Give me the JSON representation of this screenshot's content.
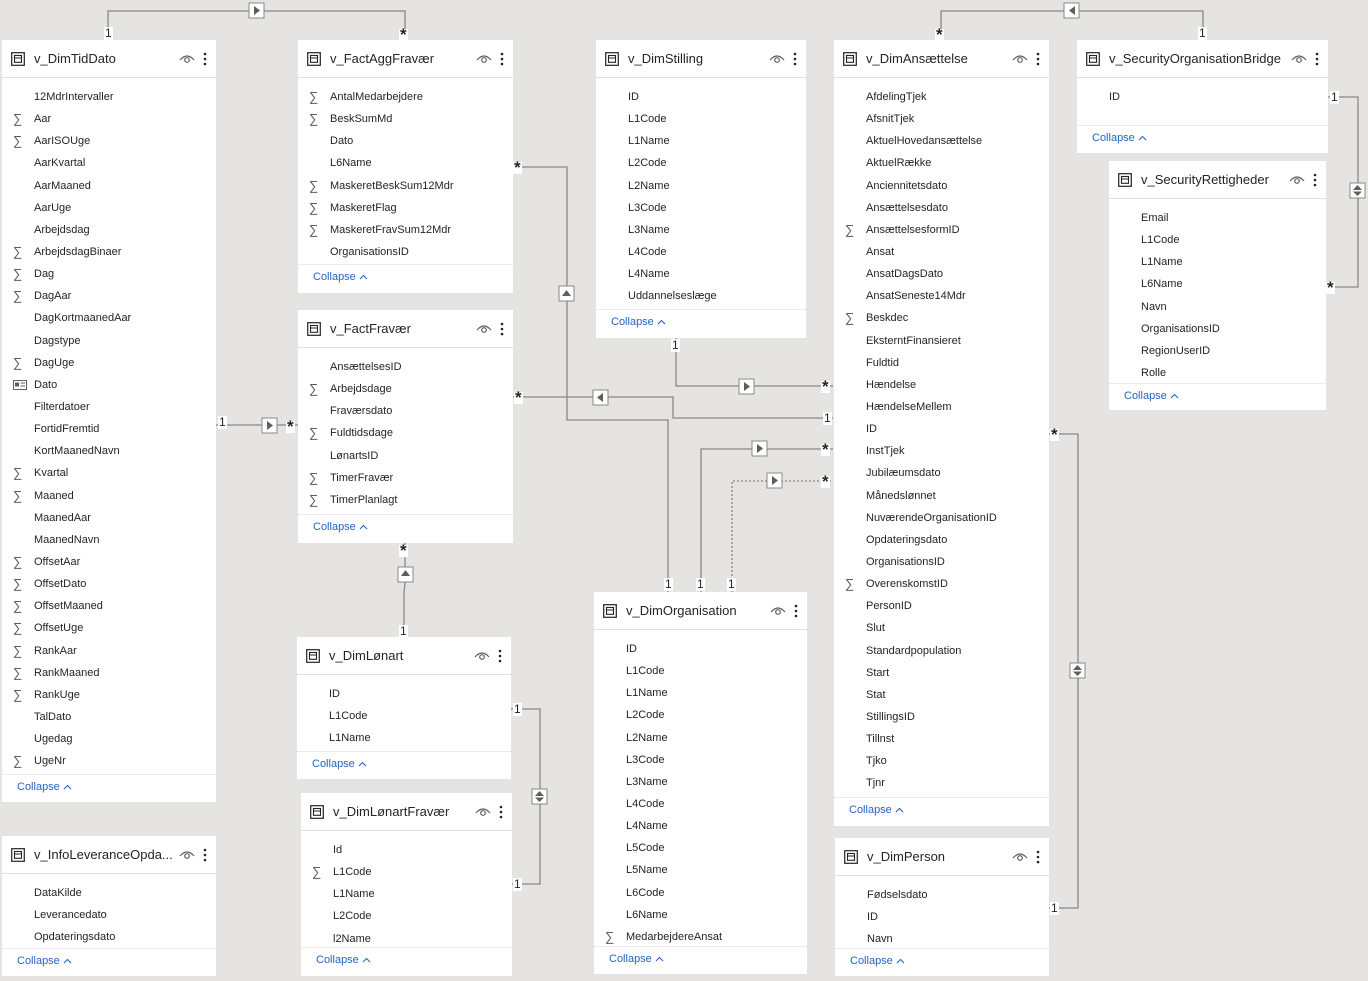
{
  "collapse_label": "Collapse",
  "tables": {
    "dimtiddato": {
      "name": "v_DimTidDato",
      "fields": [
        {
          "label": "12MdrIntervaller",
          "icon": ""
        },
        {
          "label": "Aar",
          "icon": "sigma"
        },
        {
          "label": "AarISOUge",
          "icon": "sigma"
        },
        {
          "label": "AarKvartal",
          "icon": ""
        },
        {
          "label": "AarMaaned",
          "icon": ""
        },
        {
          "label": "AarUge",
          "icon": ""
        },
        {
          "label": "Arbejdsdag",
          "icon": ""
        },
        {
          "label": "ArbejdsdagBinaer",
          "icon": "sigma"
        },
        {
          "label": "Dag",
          "icon": "sigma"
        },
        {
          "label": "DagAar",
          "icon": "sigma"
        },
        {
          "label": "DagKortmaanedAar",
          "icon": ""
        },
        {
          "label": "Dagstype",
          "icon": ""
        },
        {
          "label": "DagUge",
          "icon": "sigma"
        },
        {
          "label": "Dato",
          "icon": "calendar"
        },
        {
          "label": "Filterdatoer",
          "icon": ""
        },
        {
          "label": "FortidFremtid",
          "icon": ""
        },
        {
          "label": "KortMaanedNavn",
          "icon": ""
        },
        {
          "label": "Kvartal",
          "icon": "sigma"
        },
        {
          "label": "Maaned",
          "icon": "sigma"
        },
        {
          "label": "MaanedAar",
          "icon": ""
        },
        {
          "label": "MaanedNavn",
          "icon": ""
        },
        {
          "label": "OffsetAar",
          "icon": "sigma"
        },
        {
          "label": "OffsetDato",
          "icon": "sigma"
        },
        {
          "label": "OffsetMaaned",
          "icon": "sigma"
        },
        {
          "label": "OffsetUge",
          "icon": "sigma"
        },
        {
          "label": "RankAar",
          "icon": "sigma"
        },
        {
          "label": "RankMaaned",
          "icon": "sigma"
        },
        {
          "label": "RankUge",
          "icon": "sigma"
        },
        {
          "label": "TalDato",
          "icon": ""
        },
        {
          "label": "Ugedag",
          "icon": ""
        },
        {
          "label": "UgeNr",
          "icon": "sigma"
        }
      ]
    },
    "infoleverance": {
      "name": "v_InfoLeveranceOpda...",
      "fields": [
        {
          "label": "DataKilde",
          "icon": ""
        },
        {
          "label": "Leverancedato",
          "icon": ""
        },
        {
          "label": "Opdateringsdato",
          "icon": ""
        }
      ]
    },
    "factaggfravaer": {
      "name": "v_FactAggFravær",
      "fields": [
        {
          "label": "AntalMedarbejdere",
          "icon": "sigma"
        },
        {
          "label": "BeskSumMd",
          "icon": "sigma"
        },
        {
          "label": "Dato",
          "icon": ""
        },
        {
          "label": "L6Name",
          "icon": ""
        },
        {
          "label": "MaskeretBeskSum12Mdr",
          "icon": "sigma"
        },
        {
          "label": "MaskeretFlag",
          "icon": "sigma"
        },
        {
          "label": "MaskeretFravSum12Mdr",
          "icon": "sigma"
        },
        {
          "label": "OrganisationsID",
          "icon": ""
        }
      ]
    },
    "factfravaer": {
      "name": "v_FactFravær",
      "fields": [
        {
          "label": "AnsættelsesID",
          "icon": ""
        },
        {
          "label": "Arbejdsdage",
          "icon": "sigma"
        },
        {
          "label": "Fraværsdato",
          "icon": ""
        },
        {
          "label": "Fuldtidsdage",
          "icon": "sigma"
        },
        {
          "label": "LønartsID",
          "icon": ""
        },
        {
          "label": "TimerFravær",
          "icon": "sigma"
        },
        {
          "label": "TimerPlanlagt",
          "icon": "sigma"
        }
      ]
    },
    "dimlonart": {
      "name": "v_DimLønart",
      "fields": [
        {
          "label": "ID",
          "icon": ""
        },
        {
          "label": "L1Code",
          "icon": ""
        },
        {
          "label": "L1Name",
          "icon": ""
        }
      ]
    },
    "dimlonartfravaer": {
      "name": "v_DimLønartFravær",
      "fields": [
        {
          "label": "Id",
          "icon": ""
        },
        {
          "label": "L1Code",
          "icon": "sigma"
        },
        {
          "label": "L1Name",
          "icon": ""
        },
        {
          "label": "L2Code",
          "icon": ""
        },
        {
          "label": "l2Name",
          "icon": ""
        }
      ]
    },
    "dimstilling": {
      "name": "v_DimStilling",
      "fields": [
        {
          "label": "ID",
          "icon": ""
        },
        {
          "label": "L1Code",
          "icon": ""
        },
        {
          "label": "L1Name",
          "icon": ""
        },
        {
          "label": "L2Code",
          "icon": ""
        },
        {
          "label": "L2Name",
          "icon": ""
        },
        {
          "label": "L3Code",
          "icon": ""
        },
        {
          "label": "L3Name",
          "icon": ""
        },
        {
          "label": "L4Code",
          "icon": ""
        },
        {
          "label": "L4Name",
          "icon": ""
        },
        {
          "label": "Uddannelseslæge",
          "icon": ""
        }
      ]
    },
    "dimorganisation": {
      "name": "v_DimOrganisation",
      "fields": [
        {
          "label": "ID",
          "icon": ""
        },
        {
          "label": "L1Code",
          "icon": ""
        },
        {
          "label": "L1Name",
          "icon": ""
        },
        {
          "label": "L2Code",
          "icon": ""
        },
        {
          "label": "L2Name",
          "icon": ""
        },
        {
          "label": "L3Code",
          "icon": ""
        },
        {
          "label": "L3Name",
          "icon": ""
        },
        {
          "label": "L4Code",
          "icon": ""
        },
        {
          "label": "L4Name",
          "icon": ""
        },
        {
          "label": "L5Code",
          "icon": ""
        },
        {
          "label": "L5Name",
          "icon": ""
        },
        {
          "label": "L6Code",
          "icon": ""
        },
        {
          "label": "L6Name",
          "icon": ""
        },
        {
          "label": "MedarbejdereAnsat",
          "icon": "sigma"
        }
      ]
    },
    "dimansaettelse": {
      "name": "v_DimAnsættelse",
      "fields": [
        {
          "label": "AfdelingTjek",
          "icon": ""
        },
        {
          "label": "AfsnitTjek",
          "icon": ""
        },
        {
          "label": "AktuelHovedansættelse",
          "icon": ""
        },
        {
          "label": "AktuelRække",
          "icon": ""
        },
        {
          "label": "Anciennitetsdato",
          "icon": ""
        },
        {
          "label": "Ansættelsesdato",
          "icon": ""
        },
        {
          "label": "AnsættelsesformID",
          "icon": "sigma"
        },
        {
          "label": "Ansat",
          "icon": ""
        },
        {
          "label": "AnsatDagsDato",
          "icon": ""
        },
        {
          "label": "AnsatSeneste14Mdr",
          "icon": ""
        },
        {
          "label": "Beskdec",
          "icon": "sigma"
        },
        {
          "label": "EksterntFinansieret",
          "icon": ""
        },
        {
          "label": "Fuldtid",
          "icon": ""
        },
        {
          "label": "Hændelse",
          "icon": ""
        },
        {
          "label": "HændelseMellem",
          "icon": ""
        },
        {
          "label": "ID",
          "icon": ""
        },
        {
          "label": "InstTjek",
          "icon": ""
        },
        {
          "label": "Jubilæumsdato",
          "icon": ""
        },
        {
          "label": "Månedslønnet",
          "icon": ""
        },
        {
          "label": "NuværendeOrganisationID",
          "icon": ""
        },
        {
          "label": "Opdateringsdato",
          "icon": ""
        },
        {
          "label": "OrganisationsID",
          "icon": ""
        },
        {
          "label": "OverenskomstID",
          "icon": "sigma"
        },
        {
          "label": "PersonID",
          "icon": ""
        },
        {
          "label": "Slut",
          "icon": ""
        },
        {
          "label": "Standardpopulation",
          "icon": ""
        },
        {
          "label": "Start",
          "icon": ""
        },
        {
          "label": "Stat",
          "icon": ""
        },
        {
          "label": "StillingsID",
          "icon": ""
        },
        {
          "label": "Tillnst",
          "icon": ""
        },
        {
          "label": "Tjko",
          "icon": ""
        },
        {
          "label": "Tjnr",
          "icon": ""
        }
      ]
    },
    "dimperson": {
      "name": "v_DimPerson",
      "fields": [
        {
          "label": "Fødselsdato",
          "icon": ""
        },
        {
          "label": "ID",
          "icon": ""
        },
        {
          "label": "Navn",
          "icon": ""
        }
      ]
    },
    "secorgbridge": {
      "name": "v_SecurityOrganisationBridge",
      "fields": [
        {
          "label": "ID",
          "icon": ""
        }
      ]
    },
    "secrettigheder": {
      "name": "v_SecurityRettigheder",
      "fields": [
        {
          "label": "Email",
          "icon": ""
        },
        {
          "label": "L1Code",
          "icon": ""
        },
        {
          "label": "L1Name",
          "icon": ""
        },
        {
          "label": "L6Name",
          "icon": ""
        },
        {
          "label": "Navn",
          "icon": ""
        },
        {
          "label": "OrganisationsID",
          "icon": ""
        },
        {
          "label": "RegionUserID",
          "icon": ""
        },
        {
          "label": "Rolle",
          "icon": ""
        }
      ]
    }
  },
  "cardinality": {
    "one": "1",
    "many": "*"
  }
}
